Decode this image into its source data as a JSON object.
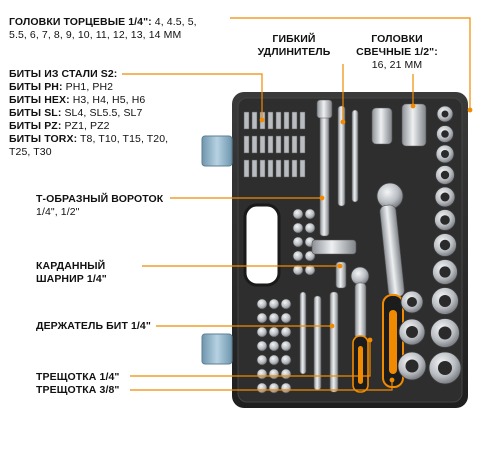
{
  "callouts": {
    "sockets_quarter": {
      "title": "ГОЛОВКИ ТОРЦЕВЫЕ 1/4\":",
      "line1": "4, 4.5, 5,",
      "line2": "5.5, 6, 7, 8, 9, 10, 11, 12, 13, 14 MM"
    },
    "flex_extension": {
      "line1": "ГИБКИЙ",
      "line2": "УДЛИНИТЕЛЬ"
    },
    "spark_plug": {
      "line1": "ГОЛОВКИ",
      "line2": "СВЕЧНЫЕ 1/2\":",
      "line3": "16, 21 MM"
    },
    "bits": {
      "title": "БИТЫ ИЗ СТАЛИ S2:",
      "rows": [
        {
          "name": "БИТЫ PH:",
          "values": "PH1, PH2"
        },
        {
          "name": "БИТЫ HEX:",
          "values": "H3, H4, H5, H6"
        },
        {
          "name": "БИТЫ SL:",
          "values": "SL4, SL5.5, SL7"
        },
        {
          "name": "БИТЫ PZ:",
          "values": "PZ1, PZ2"
        },
        {
          "name": "БИТЫ TORX:",
          "values": "T8, T10, T15, T20,"
        }
      ],
      "torx_cont": "T25, T30"
    },
    "t_handle": {
      "line1": "Т-ОБРАЗНЫЙ ВОРОТОК",
      "line2": "1/4\", 1/2\""
    },
    "universal_joint": {
      "line1": "КАРДАННЫЙ",
      "line2": "ШАРНИР 1/4\""
    },
    "bit_holder": {
      "line1": "ДЕРЖАТЕЛЬ БИТ 1/4\""
    },
    "ratchets": {
      "line1": "ТРЕЩОТКА 1/4\"",
      "line2": "ТРЕЩОТКА 3/8\""
    }
  },
  "colors": {
    "accent": "#f08a00",
    "case": "#2b2b2b",
    "metal": "#c9ccd0",
    "clip": "#8fb3c9"
  }
}
